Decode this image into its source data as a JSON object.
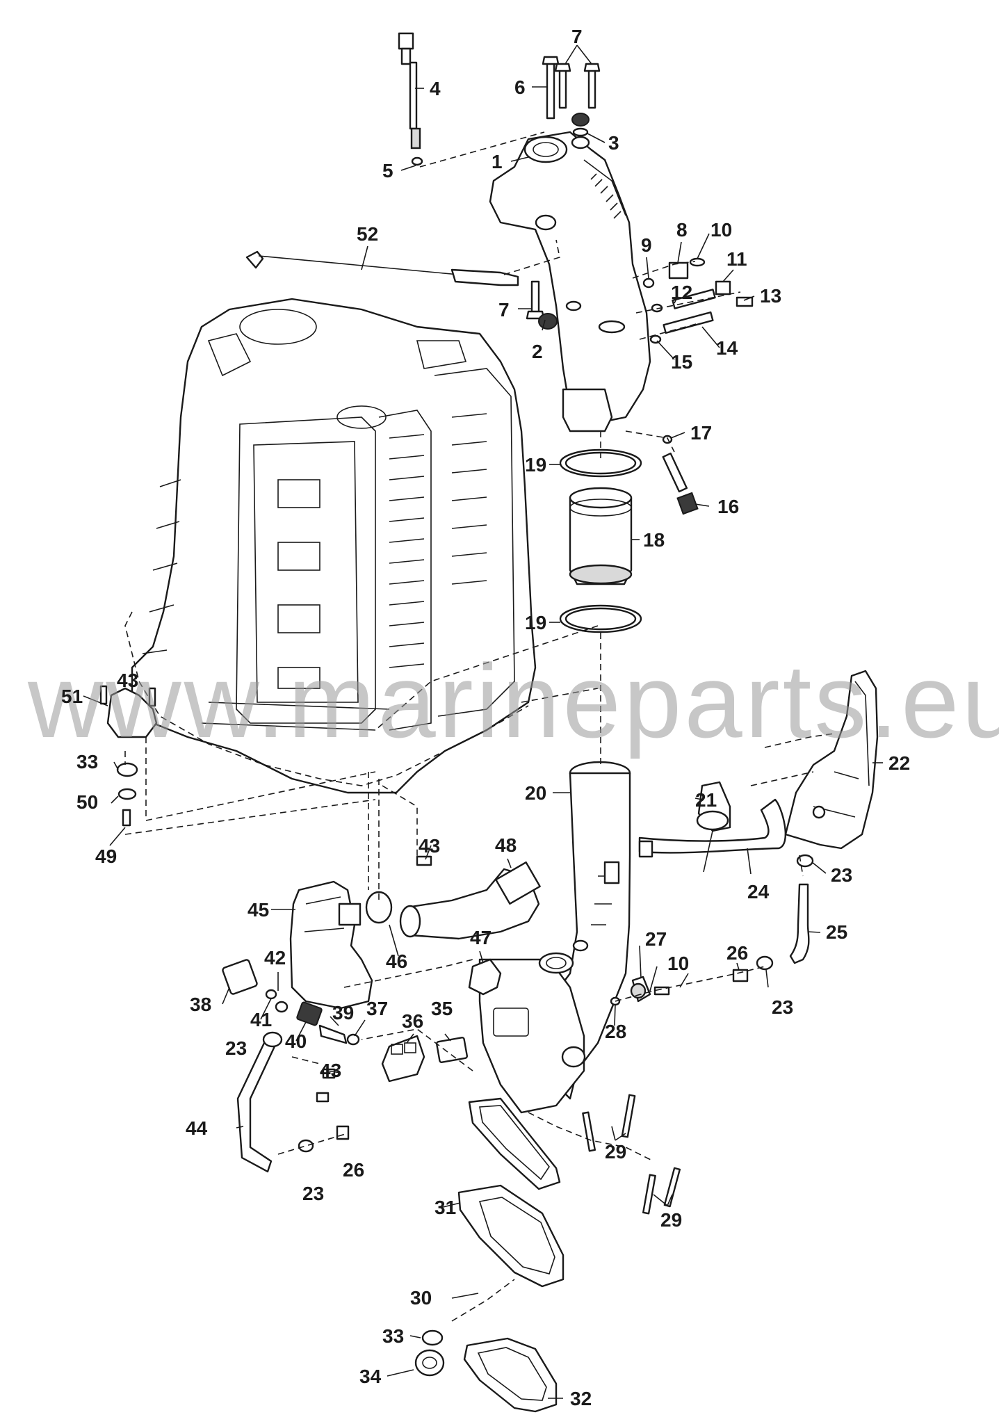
{
  "watermark": "www.marineparts.eu",
  "callouts": [
    {
      "id": "c1",
      "label": "1"
    },
    {
      "id": "c2",
      "label": "2"
    },
    {
      "id": "c3",
      "label": "3"
    },
    {
      "id": "c4",
      "label": "4"
    },
    {
      "id": "c5",
      "label": "5"
    },
    {
      "id": "c6",
      "label": "6"
    },
    {
      "id": "c7a",
      "label": "7"
    },
    {
      "id": "c7b",
      "label": "7"
    },
    {
      "id": "c8",
      "label": "8"
    },
    {
      "id": "c9",
      "label": "9"
    },
    {
      "id": "c10a",
      "label": "10"
    },
    {
      "id": "c10b",
      "label": "10"
    },
    {
      "id": "c11",
      "label": "11"
    },
    {
      "id": "c12",
      "label": "12"
    },
    {
      "id": "c13",
      "label": "13"
    },
    {
      "id": "c14",
      "label": "14"
    },
    {
      "id": "c15",
      "label": "15"
    },
    {
      "id": "c16",
      "label": "16"
    },
    {
      "id": "c17",
      "label": "17"
    },
    {
      "id": "c18",
      "label": "18"
    },
    {
      "id": "c19a",
      "label": "19"
    },
    {
      "id": "c19b",
      "label": "19"
    },
    {
      "id": "c20",
      "label": "20"
    },
    {
      "id": "c21",
      "label": "21"
    },
    {
      "id": "c22",
      "label": "22"
    },
    {
      "id": "c23a",
      "label": "23"
    },
    {
      "id": "c23b",
      "label": "23"
    },
    {
      "id": "c23c",
      "label": "23"
    },
    {
      "id": "c23d",
      "label": "23"
    },
    {
      "id": "c24",
      "label": "24"
    },
    {
      "id": "c25",
      "label": "25"
    },
    {
      "id": "c26a",
      "label": "26"
    },
    {
      "id": "c26b",
      "label": "26"
    },
    {
      "id": "c27",
      "label": "27"
    },
    {
      "id": "c28",
      "label": "28"
    },
    {
      "id": "c29a",
      "label": "29"
    },
    {
      "id": "c29b",
      "label": "29"
    },
    {
      "id": "c30",
      "label": "30"
    },
    {
      "id": "c31",
      "label": "31"
    },
    {
      "id": "c32",
      "label": "32"
    },
    {
      "id": "c33a",
      "label": "33"
    },
    {
      "id": "c33b",
      "label": "33"
    },
    {
      "id": "c34",
      "label": "34"
    },
    {
      "id": "c35",
      "label": "35"
    },
    {
      "id": "c36",
      "label": "36"
    },
    {
      "id": "c37",
      "label": "37"
    },
    {
      "id": "c38",
      "label": "38"
    },
    {
      "id": "c39",
      "label": "39"
    },
    {
      "id": "c40",
      "label": "40"
    },
    {
      "id": "c41",
      "label": "41"
    },
    {
      "id": "c42",
      "label": "42"
    },
    {
      "id": "c43a",
      "label": "43"
    },
    {
      "id": "c43b",
      "label": "43"
    },
    {
      "id": "c43c",
      "label": "43"
    },
    {
      "id": "c44",
      "label": "44"
    },
    {
      "id": "c45",
      "label": "45"
    },
    {
      "id": "c46",
      "label": "46"
    },
    {
      "id": "c47",
      "label": "47"
    },
    {
      "id": "c48",
      "label": "48"
    },
    {
      "id": "c49",
      "label": "49"
    },
    {
      "id": "c50",
      "label": "50"
    },
    {
      "id": "c51",
      "label": "51"
    },
    {
      "id": "c52",
      "label": "52"
    }
  ]
}
